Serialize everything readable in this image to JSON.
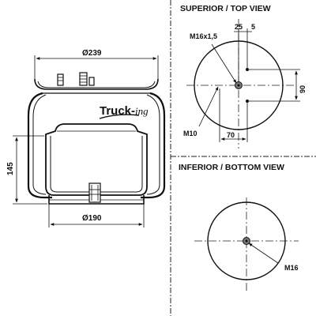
{
  "front_view": {
    "dimensions": {
      "top_diameter": "Ø239",
      "bottom_diameter": "Ø190",
      "height": "145"
    },
    "logo": {
      "part_a": "Truck-",
      "part_b": "ing"
    }
  },
  "top_view": {
    "title": "SUPERIOR / TOP VIEW",
    "labels": {
      "thread": "M16x1,5",
      "bolt": "M10",
      "offset_25": "25",
      "offset_5": "5",
      "spacing_90": "90",
      "spacing_70": "70"
    }
  },
  "bottom_view": {
    "title": "INFERIOR / BOTTOM VIEW",
    "labels": {
      "thread": "M16"
    }
  },
  "colors": {
    "line": "#111111",
    "background": "#ffffff"
  }
}
